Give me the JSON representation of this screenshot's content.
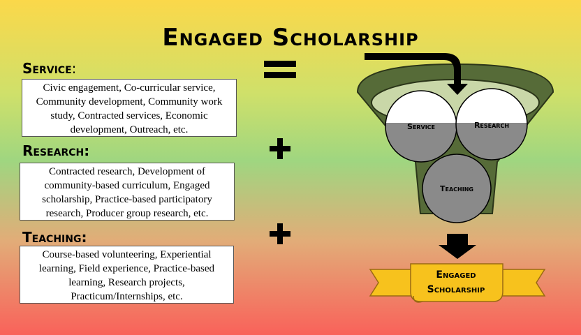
{
  "title": "Engaged Scholarship",
  "sections": [
    {
      "heading": "Service",
      "heading_suffix": ":",
      "text": "Civic engagement, Co-curricular service, Community development, Community work study, Contracted services, Economic development, Outreach, etc."
    },
    {
      "heading": "Research:",
      "heading_suffix": "",
      "text": "Contracted research, Development of community-based curriculum, Engaged scholarship, Practice-based participatory research, Producer group research, etc."
    },
    {
      "heading": "Teaching:",
      "heading_suffix": "",
      "text": "Course-based volunteering, Experiential learning, Field experience, Practice-based learning, Research projects, Practicum/Internships, etc."
    }
  ],
  "funnel": {
    "circles": {
      "service": "Service",
      "research": "Research",
      "teaching": "Teaching"
    },
    "banner": {
      "line1": "Engaged",
      "line2": "Scholarship"
    }
  },
  "colors": {
    "funnel_fill": "#566b38",
    "funnel_inner": "#c9d7a8",
    "circle_bottom": "#8a8a8a",
    "banner": "#f7c21d",
    "banner_border": "#9b6a13"
  }
}
